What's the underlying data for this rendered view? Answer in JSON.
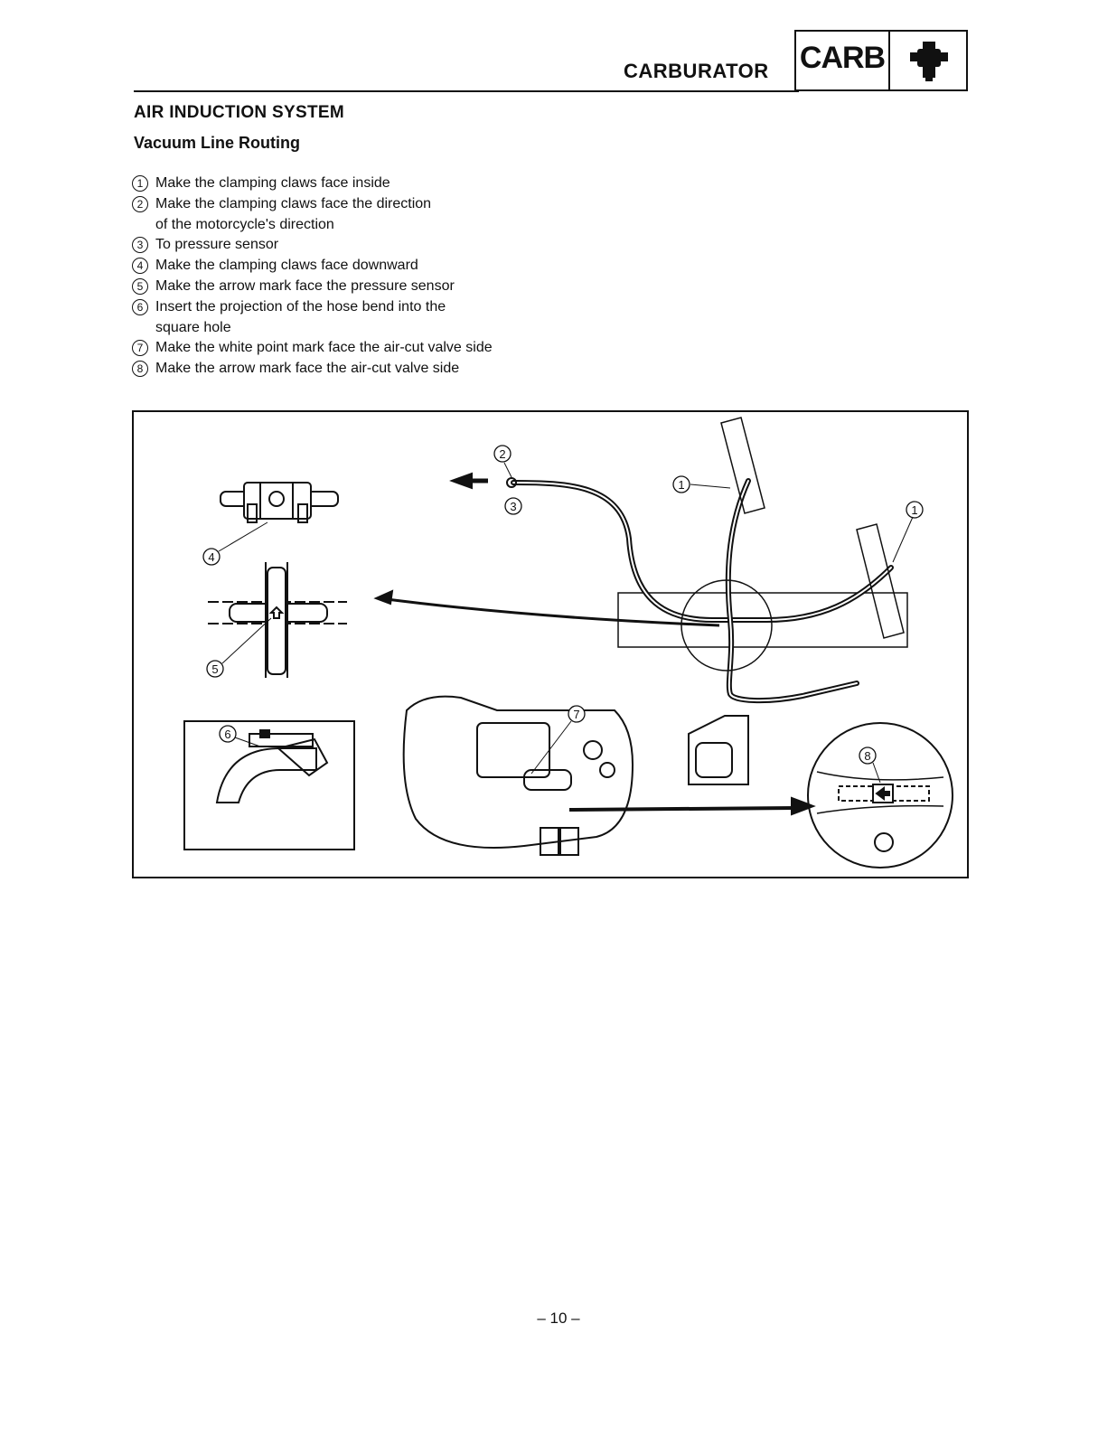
{
  "header": {
    "title": "CARBURATOR",
    "badge": "CARB",
    "badge_icon": "carburetor-icon"
  },
  "section_title": "AIR INDUCTION SYSTEM",
  "subsection_title": "Vacuum Line Routing",
  "notes": [
    {
      "num": "1",
      "lines": [
        "Make the clamping claws face inside"
      ]
    },
    {
      "num": "2",
      "lines": [
        "Make the clamping claws face the direction",
        "of the motorcycle's direction"
      ]
    },
    {
      "num": "3",
      "lines": [
        "To pressure sensor"
      ]
    },
    {
      "num": "4",
      "lines": [
        "Make the clamping claws face downward"
      ]
    },
    {
      "num": "5",
      "lines": [
        "Make the arrow mark face the pressure sensor"
      ]
    },
    {
      "num": "6",
      "lines": [
        "Insert the projection of the hose bend into the",
        "square hole"
      ]
    },
    {
      "num": "7",
      "lines": [
        "Make the white point mark face the air-cut valve side"
      ]
    },
    {
      "num": "8",
      "lines": [
        "Make the arrow mark face the air-cut valve side"
      ]
    }
  ],
  "figure": {
    "callouts": [
      "1",
      "1",
      "2",
      "3",
      "4",
      "5",
      "6",
      "7",
      "8"
    ]
  },
  "page_number": "– 10 –"
}
